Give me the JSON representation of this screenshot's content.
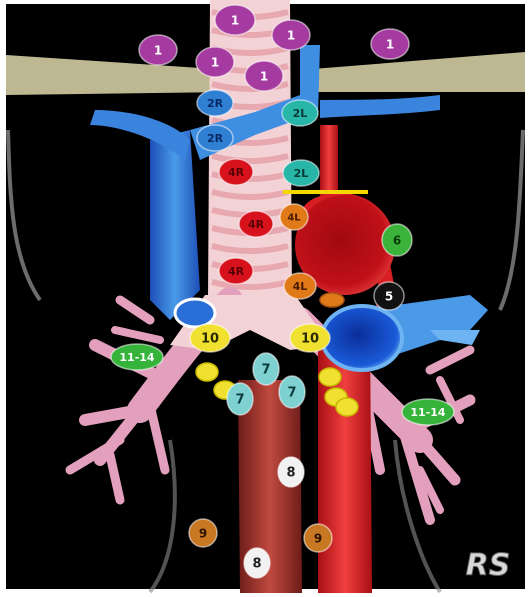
{
  "station_labels": {
    "s1": "1",
    "s2R": "2R",
    "s2L": "2L",
    "s4R": "4R",
    "s4L": "4L",
    "s5": "5",
    "s6": "6",
    "s7": "7",
    "s8": "8",
    "s9": "9",
    "s10": "10",
    "s11_14": "11-14"
  },
  "signature": "RS",
  "colors": {
    "background": "#000000",
    "station_1": "#a53aa0",
    "station_2": "#2f7fd3",
    "station_2L": "#27b6a8",
    "station_4R": "#d8121c",
    "station_4L": "#e07a18",
    "station_5": "#111111",
    "station_6": "#3bb33b",
    "station_7": "#7fd1d1",
    "station_8": "#f2f2f2",
    "station_9": "#c87722",
    "station_10": "#f0e030",
    "station_11_14": "#36b33a",
    "vein": "#2f6fd6",
    "aorta": "#d81e22",
    "trachea": "#f0c8cc",
    "esophagus": "#a3322c",
    "bronchi": "#e3a0bd",
    "clavicle": "#c8c29a",
    "ligament_line": "#f5d800"
  }
}
